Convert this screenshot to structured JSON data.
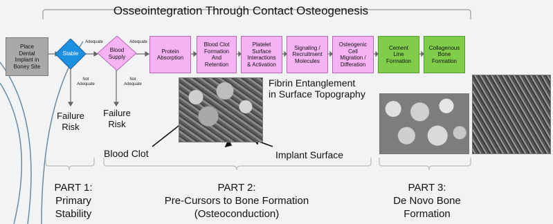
{
  "title": "Osseointegration Through Contact Osteogenesis",
  "flow": {
    "place_implant": "Place\nDental\nImplant in\nBoney Site",
    "stable": "Stable",
    "blood_supply": "Blood\nSupply",
    "adequate_1": "Adequate",
    "adequate_2": "Adequate",
    "not_adequate_1": "Not\nAdequate",
    "not_adequate_2": "Not\nAdequate",
    "failure_risk_1": "Failure\nRisk",
    "failure_risk_2": "Failure\nRisk",
    "steps_pink": [
      "Protein\nAbsorption",
      "Blood Clot\nFormation\nAnd\nRetention",
      "Platelet\nSurface\nInteractions\n& Activation",
      "Signaling /\nRecruitment\nMolecules",
      "Osteogenic\nCell\nMigration /\nDifferation"
    ],
    "steps_green": [
      "Cement\nLine\nFormation",
      "Collagenous\nBone\nFormation"
    ]
  },
  "annotations": {
    "fibrin": "Fibrin Entanglement\nin Surface Topography",
    "blood_clot": "Blood Clot",
    "implant_surface": "Implant Surface"
  },
  "parts": [
    "PART 1:\nPrimary\nStability",
    "PART 2:\nPre-Cursors to Bone Formation\n(Osteoconduction)",
    "PART 3:\nDe Novo Bone\nFormation"
  ],
  "colors": {
    "gray_box": "#a9a9a9",
    "stable_diamond": "#1e90e0",
    "blood_supply_diamond": "#f6b3f4",
    "pink_box": "#f6b3f4",
    "green_box": "#80cd4a",
    "background": "#f2f3f4"
  }
}
